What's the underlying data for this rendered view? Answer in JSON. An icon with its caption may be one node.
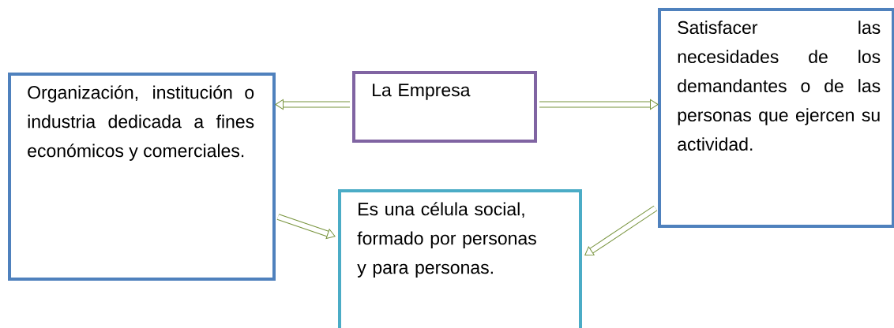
{
  "diagram": {
    "nodes": [
      {
        "text": [
          "La Empresa"
        ]
      },
      {
        "text": [
          "Organización, institución o industria dedicada a fines económicos y comerciales."
        ]
      },
      {
        "text": [
          "Satisfacer las necesidades de los demandantes o de las personas que ejercen su actividad."
        ]
      },
      {
        "text": [
          "Es una célula social, formado por personas y para personas."
        ]
      }
    ],
    "edges": [
      {
        "from": 0,
        "to": 1,
        "arrow": "to"
      },
      {
        "from": 0,
        "to": 2,
        "arrow": "to"
      },
      {
        "from": 1,
        "to": 3,
        "arrow": "to"
      },
      {
        "from": 2,
        "to": 3,
        "arrow": "to"
      }
    ]
  }
}
